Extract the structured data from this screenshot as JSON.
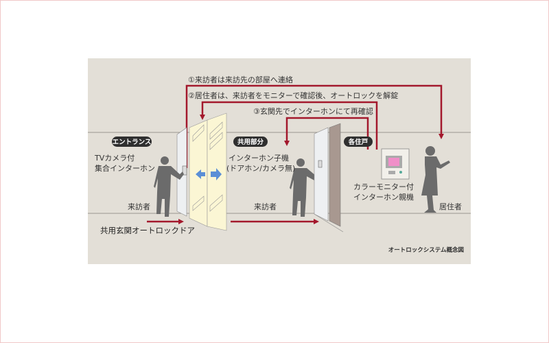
{
  "steps": {
    "step1": "①来訪者は来訪先の部屋へ連絡",
    "step2": "②居住者は、来訪者をモニターで確認後、オートロックを解錠",
    "step3": "③玄関先でインターホンにて再確認"
  },
  "zones": {
    "entrance": "エントランス",
    "common": "共用部分",
    "unit": "各住戸"
  },
  "labels": {
    "tv_intercom_1": "TVカメラ付",
    "tv_intercom_2": "集合インターホン",
    "sub_intercom_1": "インターホン子機",
    "sub_intercom_2": "(ドアホン/カメラ無)",
    "monitor_1": "カラーモニター付",
    "monitor_2": "インターホン親機",
    "visitor_1": "来訪者",
    "visitor_2": "来訪者",
    "resident": "居住者",
    "autolock_door": "共用玄関オートロックドア",
    "caption": "オートロックシステム概念図"
  },
  "colors": {
    "panel": "#e3dfd7",
    "arrow_red": "#a3182c",
    "slide_blue": "#5b8fd6",
    "silhouette": "#6b6b6b",
    "glass_door": "#fbf6d4"
  }
}
